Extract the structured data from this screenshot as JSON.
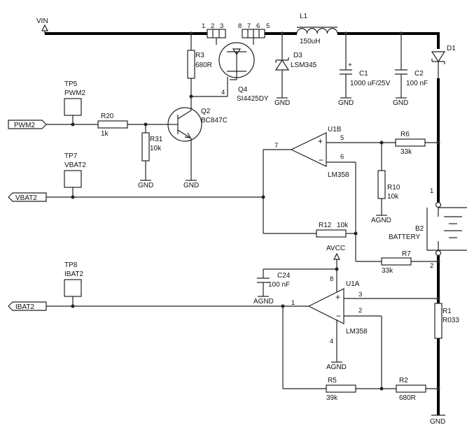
{
  "labels": {
    "vin": "VIN",
    "l1_ref": "L1",
    "l1_val": "150uH",
    "d1_ref": "D1",
    "d3_ref": "D3",
    "d3_val": "LSM345",
    "c1_ref": "C1",
    "c1_val": "1000 uF/25V",
    "c1_plus": "+",
    "c2_ref": "C2",
    "c2_val": "100 nF",
    "r3_ref": "R3",
    "r3_val": "680R",
    "q4_ref": "Q4",
    "q4_val": "SI4425DY",
    "q4_pins_left": [
      "1",
      "2",
      "3"
    ],
    "q4_pins_right": [
      "8",
      "7",
      "6",
      "5"
    ],
    "q4_pin4": "4",
    "tp5_ref": "TP5",
    "tp5_val": "PWM2",
    "pwm2_port": "PWM2",
    "r20_ref": "R20",
    "r20_val": "1k",
    "r31_ref": "R31",
    "r31_val": "10k",
    "q2_ref": "Q2",
    "q2_val": "BC847C",
    "u1b_ref": "U1B",
    "u1b_val": "LM358",
    "u1b_pin5": "5",
    "u1b_pin6": "6",
    "u1b_pin7": "7",
    "r6_ref": "R6",
    "r6_val": "33k",
    "tp7_ref": "TP7",
    "tp7_val": "VBAT2",
    "vbat2_port": "VBAT2",
    "r10_ref": "R10",
    "r10_val": "10k",
    "agnd": "AGND",
    "b2_ref": "B2",
    "b2_val": "BATTERY",
    "b2_pin1": "1",
    "b2_pin2": "2",
    "r12_ref": "R12",
    "r12_val": "10k",
    "r7_ref": "R7",
    "r7_val": "33k",
    "avcc": "AVCC",
    "c24_ref": "C24",
    "c24_val": "100 nF",
    "tp8_ref": "TP8",
    "tp8_val": "IBAT2",
    "ibat2_port": "IBAT2",
    "u1a_ref": "U1A",
    "u1a_val": "LM358",
    "u1a_pin1": "1",
    "u1a_pin2": "2",
    "u1a_pin3": "3",
    "u1a_pin4": "4",
    "u1a_pin8": "8",
    "r1_ref": "R1",
    "r1_val": "R033",
    "r5_ref": "R5",
    "r5_val": "39k",
    "r2_ref": "R2",
    "r2_val": "680R",
    "gnd": "GND"
  }
}
